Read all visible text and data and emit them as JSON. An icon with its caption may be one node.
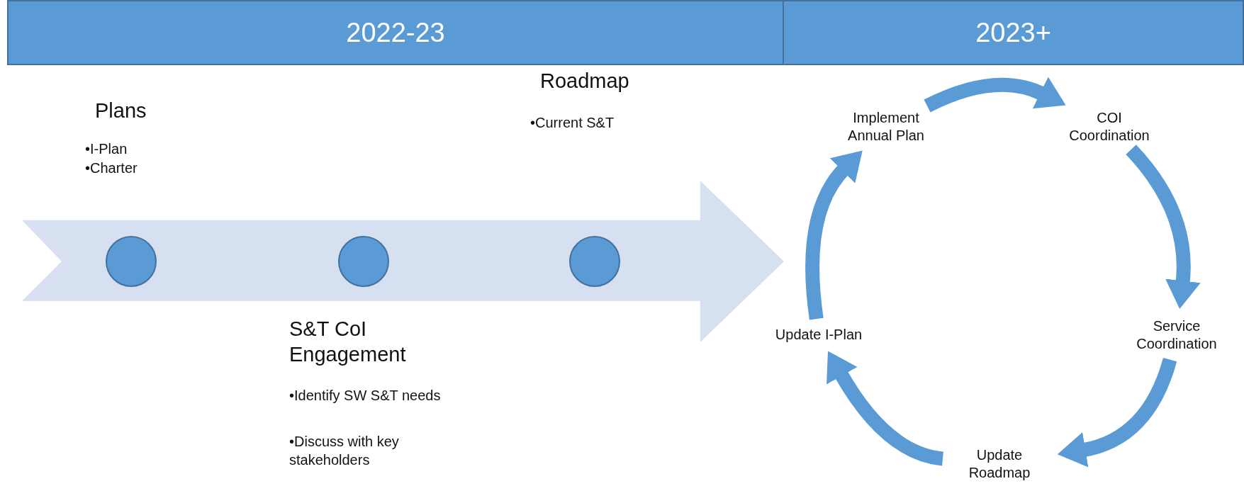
{
  "diagram": {
    "nodes": [
      {
        "text": [
          "2022-23"
        ]
      },
      {
        "text": [
          "2023+"
        ]
      },
      {
        "text": [],
        "shape": "arrow"
      },
      {
        "text": [],
        "shape": "circle",
        "in": 2
      },
      {
        "text": [],
        "shape": "circle",
        "in": 2
      },
      {
        "text": [],
        "shape": "circle",
        "in": 2
      },
      {
        "text": [
          "Implement Annual Plan"
        ]
      },
      {
        "text": [
          "COI Coordination"
        ]
      },
      {
        "text": [
          "Service Coordination"
        ]
      },
      {
        "text": [
          "Update Roadmap"
        ]
      },
      {
        "text": [
          "Update I-Plan"
        ]
      }
    ],
    "edges": [
      {
        "from": 6,
        "to": 7,
        "arrow": "to"
      },
      {
        "from": 7,
        "to": 8,
        "arrow": "to"
      },
      {
        "from": 8,
        "to": 9,
        "arrow": "to"
      },
      {
        "from": 9,
        "to": 10,
        "arrow": "to"
      },
      {
        "from": 10,
        "to": 6,
        "arrow": "to"
      }
    ],
    "labels": [
      "Plans",
      "•I-Plan",
      "•Charter",
      "Roadmap",
      "•Current S&T",
      "S&T CoI Engagement",
      "•Identify SW S&T needs",
      "•Discuss with key stakeholders"
    ]
  }
}
